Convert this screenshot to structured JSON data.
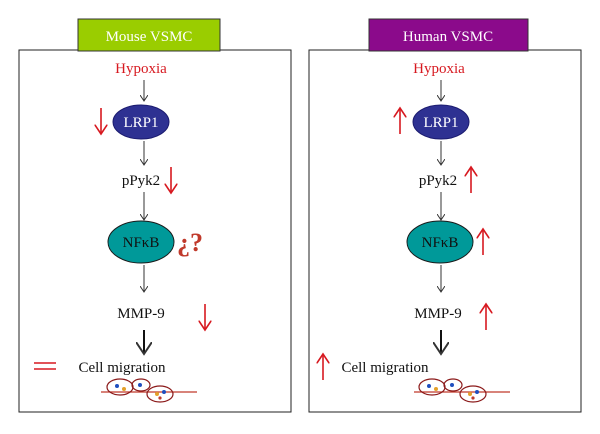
{
  "colors": {
    "mouse_header": "#9acd00",
    "human_header": "#8b0a8b",
    "lrp1_fill": "#2e3192",
    "nfkb_fill": "#009999",
    "red": "#d71920",
    "arrow": "#333333"
  },
  "panels": [
    {
      "header": "Mouse VSMC",
      "trigger": "Hypoxia",
      "lrp1": "LRP1",
      "ppyk2": "pPyk2",
      "nfkb": "NFκB",
      "nfkb_mark": "¿?",
      "mmp9": "MMP-9",
      "migration": "Cell migration",
      "lrp1_change": "down",
      "ppyk2_change": "down",
      "nfkb_change": "unknown",
      "mmp9_change": "down",
      "migration_change": "equal"
    },
    {
      "header": "Human VSMC",
      "trigger": "Hypoxia",
      "lrp1": "LRP1",
      "ppyk2": "pPyk2",
      "nfkb": "NFκB",
      "mmp9": "MMP-9",
      "migration": "Cell migration",
      "lrp1_change": "up",
      "ppyk2_change": "up",
      "nfkb_change": "up",
      "mmp9_change": "up",
      "migration_change": "up"
    }
  ]
}
